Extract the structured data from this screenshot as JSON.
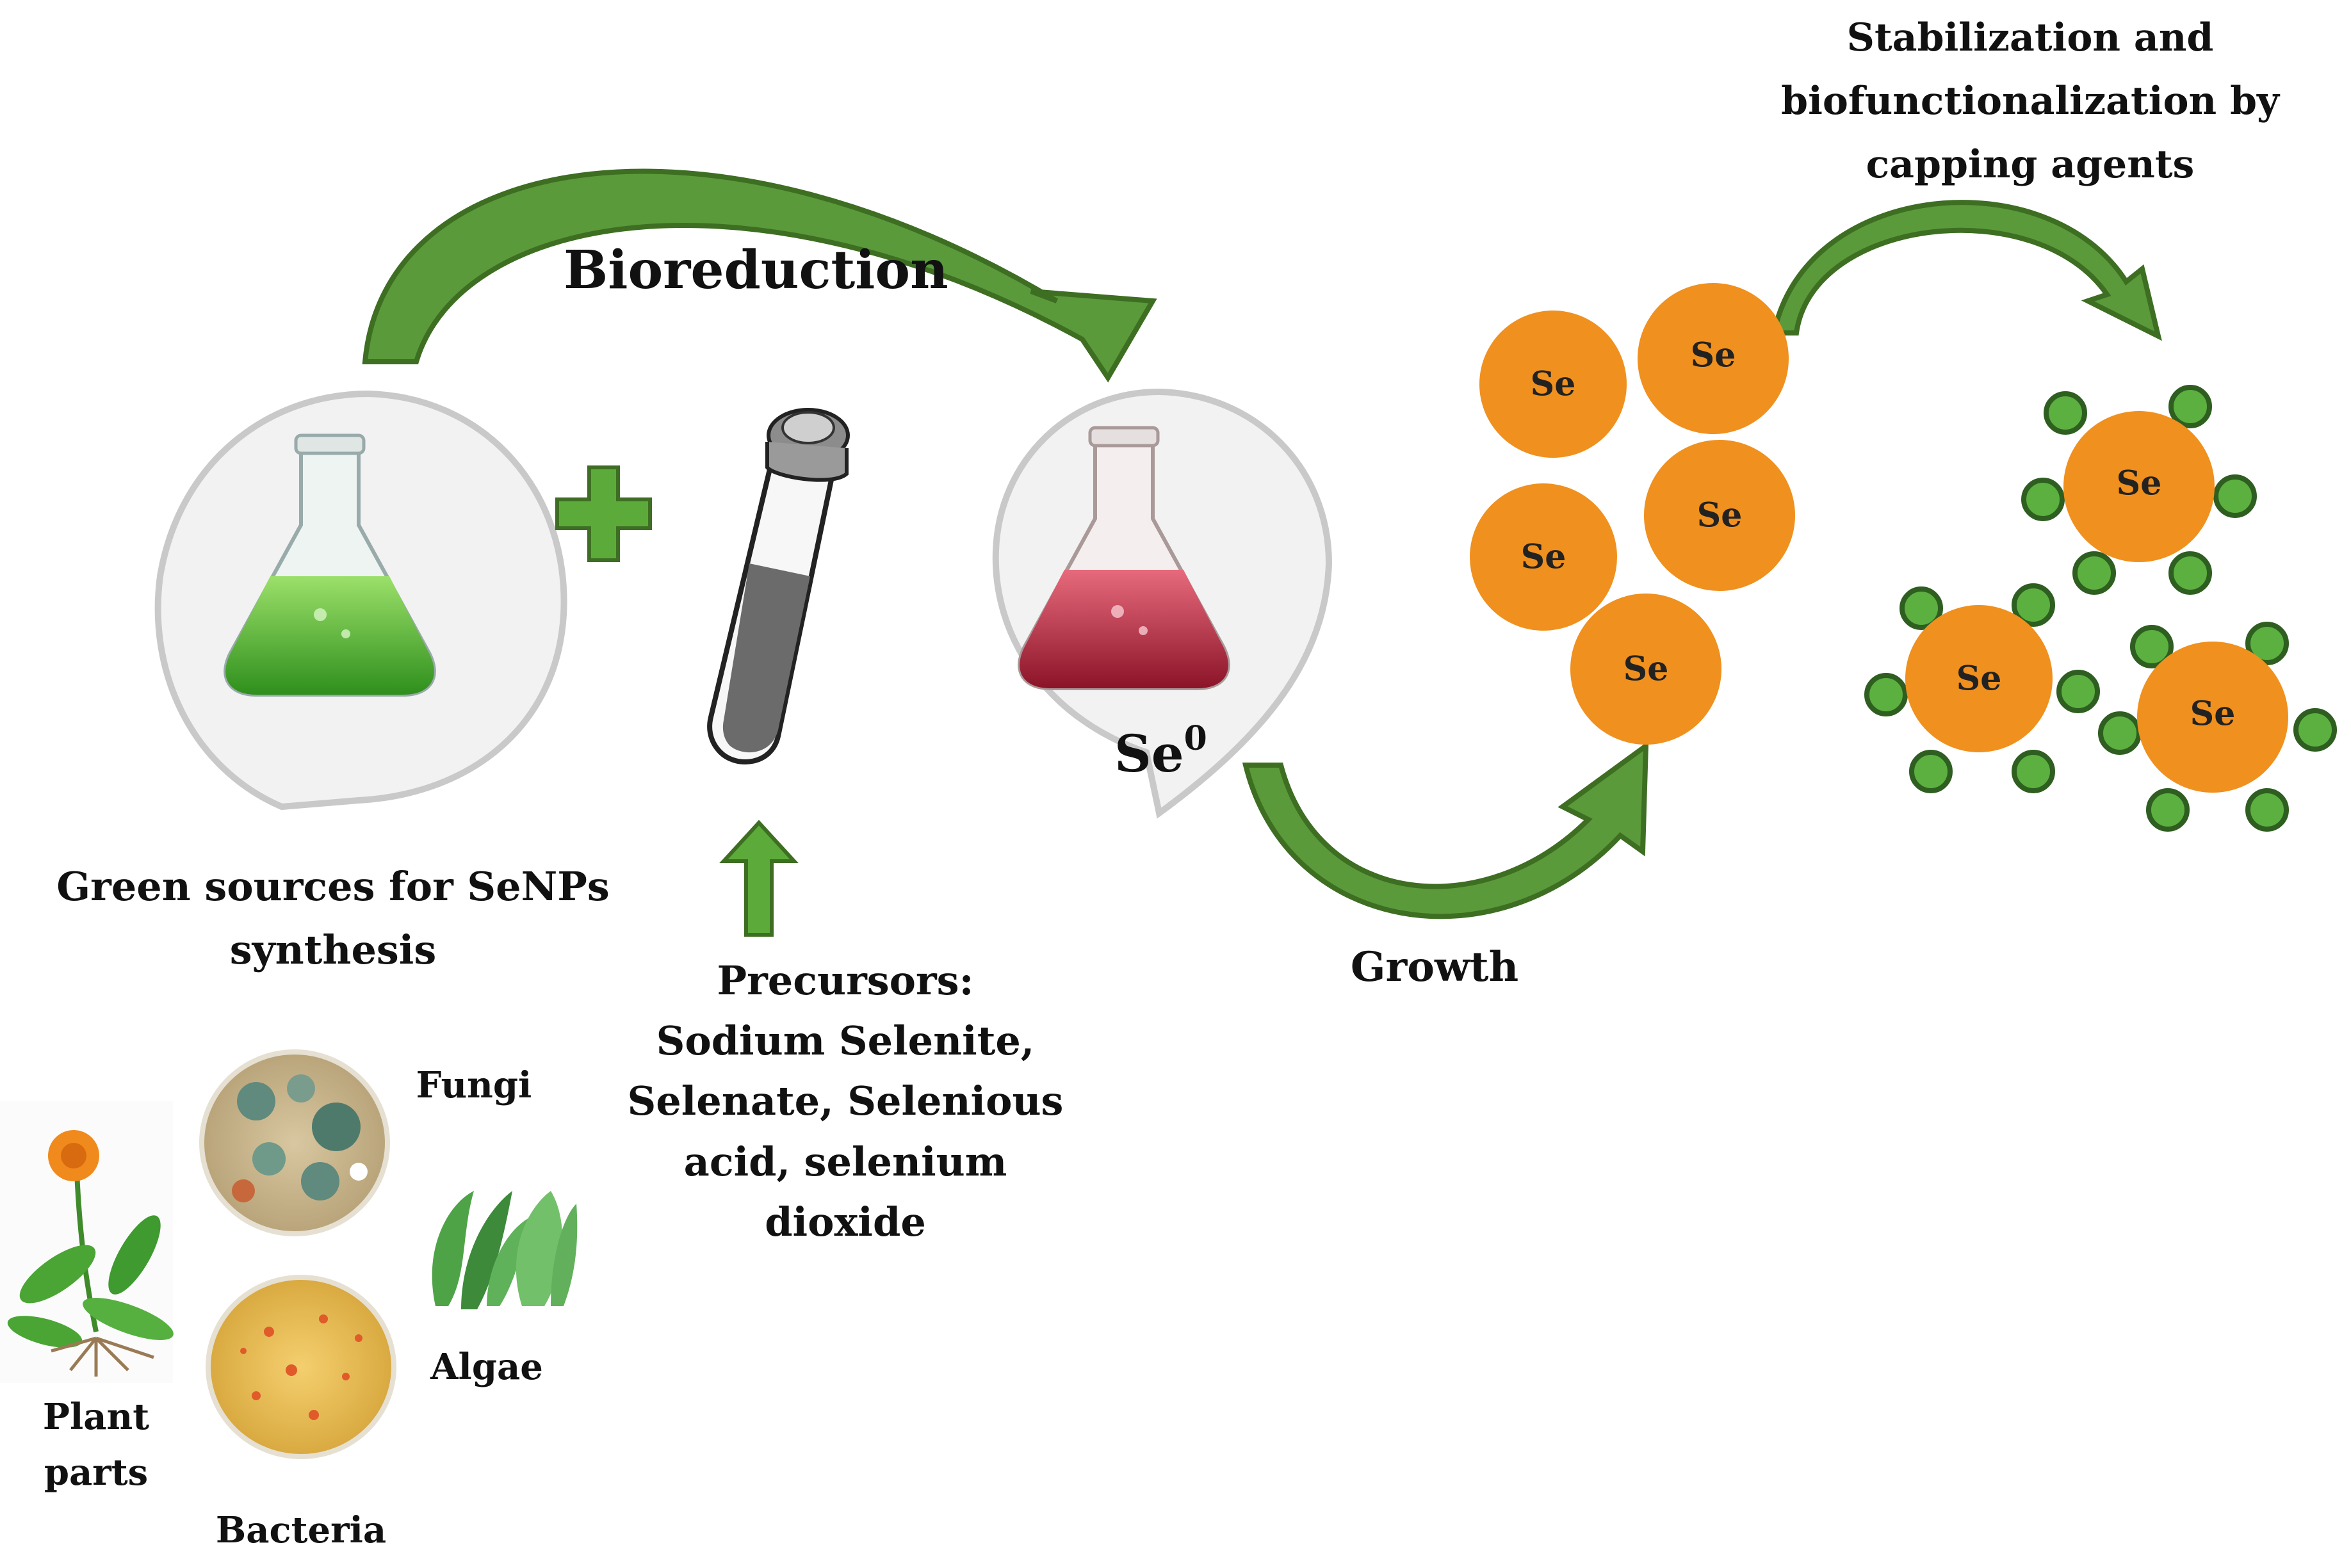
{
  "labels": {
    "bioreduction": "Bioreduction",
    "stabilization": [
      "Stabilization and",
      "biofunctionalization by",
      "capping agents"
    ],
    "growth": "Growth",
    "green_sources": [
      "Green sources for SeNPs",
      "synthesis"
    ],
    "precursors": [
      "Precursors:",
      "Sodium Selenite,",
      "Selenate, Selenious",
      "acid, selenium",
      "dioxide"
    ],
    "se0_base": "Se",
    "se0_sup": "0",
    "se": "Se",
    "fungi": "Fungi",
    "algae": "Algae",
    "plant_parts": [
      "Plant",
      "parts"
    ],
    "bacteria": "Bacteria"
  },
  "colors": {
    "arrow_green": "#5a9a3a",
    "arrow_dark": "#3d6e22",
    "nanoparticle": "#f0901e",
    "capping": "#5cb040",
    "capping_edge": "#2e5e20",
    "green_liquid": "#4cb52e",
    "red_liquid": "#c0283e"
  },
  "icons": [
    "green-flask-icon",
    "plus-icon",
    "test-tube-icon",
    "red-flask-icon",
    "plant-icon",
    "fungi-dish-icon",
    "bacteria-dish-icon",
    "algae-icon"
  ]
}
